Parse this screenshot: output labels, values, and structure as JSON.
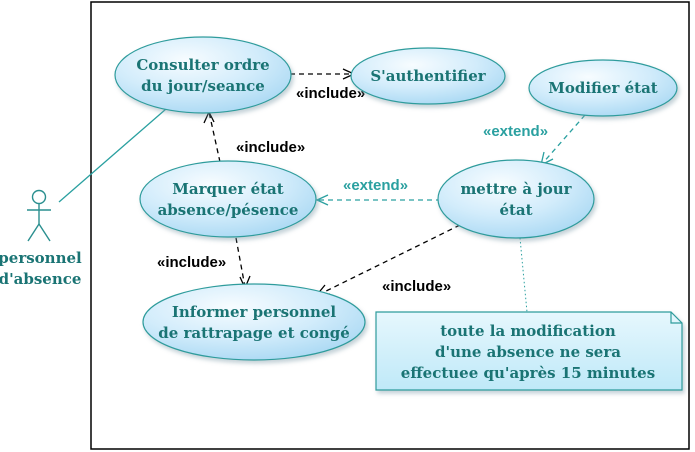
{
  "colors": {
    "teal": "#1a7474",
    "uc_fill_light": "#eef8fe",
    "uc_fill_dark": "#a9d8f3",
    "uc_stroke": "#2f9c9c",
    "include": "#000000",
    "extend": "#2aa0a0",
    "note_fill": "#cdeefa"
  },
  "actor": {
    "lines": [
      "personnel",
      "d'absence"
    ]
  },
  "use_cases": {
    "consulter": [
      "Consulter ordre",
      "du jour/seance"
    ],
    "authentifier": [
      "S'authentifier"
    ],
    "modifier": [
      "Modifier état"
    ],
    "marquer": [
      "Marquer état",
      "absence/pésence"
    ],
    "mettre": [
      "mettre à jour",
      "état"
    ],
    "informer": [
      "Informer personnel",
      "de rattrapage et congé"
    ]
  },
  "relations": {
    "include_consulter_auth": "«include»",
    "include_marquer_consulter": "«include»",
    "include_marquer_informer": "«include»",
    "include_mettre_informer": "«include»",
    "extend_modifier_mettre": "«extend»",
    "extend_mettre_marquer": "«extend»"
  },
  "note": {
    "lines": [
      "toute la modification",
      "d'une absence ne sera",
      "effectuee qu'après 15 minutes"
    ]
  }
}
